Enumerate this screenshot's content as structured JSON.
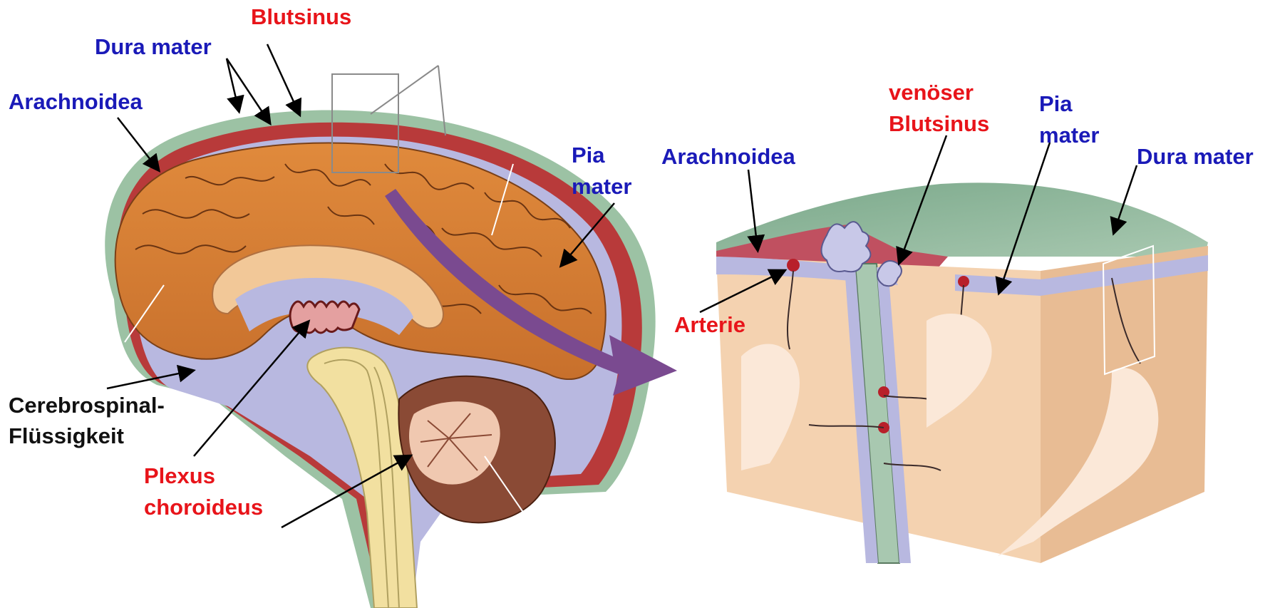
{
  "labels": {
    "blutsinus": "Blutsinus",
    "dura_mater_left": "Dura mater",
    "arachnoidea_left": "Arachnoidea",
    "pia_mater_left_1": "Pia",
    "pia_mater_left_2": "mater",
    "cerebrospinal_1": "Cerebrospinal-",
    "cerebrospinal_2": "Flüssigkeit",
    "plexus_1": "Plexus",
    "plexus_2": "choroideus",
    "venoser_1": "venöser",
    "venoser_2": "Blutsinus",
    "pia_mater_right_1": "Pia",
    "pia_mater_right_2": "mater",
    "arachnoidea_right": "Arachnoidea",
    "dura_mater_right": "Dura mater",
    "arterie": "Arterie"
  },
  "colors": {
    "label_blue": "#1a1ab8",
    "label_red": "#e8141a",
    "dura_red": "#b83a3a",
    "arachnoid_lavender": "#b8b8e0",
    "cortex_orange": "#d9843f",
    "dura_green": "#8fb89a",
    "brainstem_yellow": "#f2e0a0",
    "cerebellum_brown": "#8a4a35",
    "arrow_purple": "#7a4a90",
    "tissue_peach": "#f0c8a0"
  }
}
